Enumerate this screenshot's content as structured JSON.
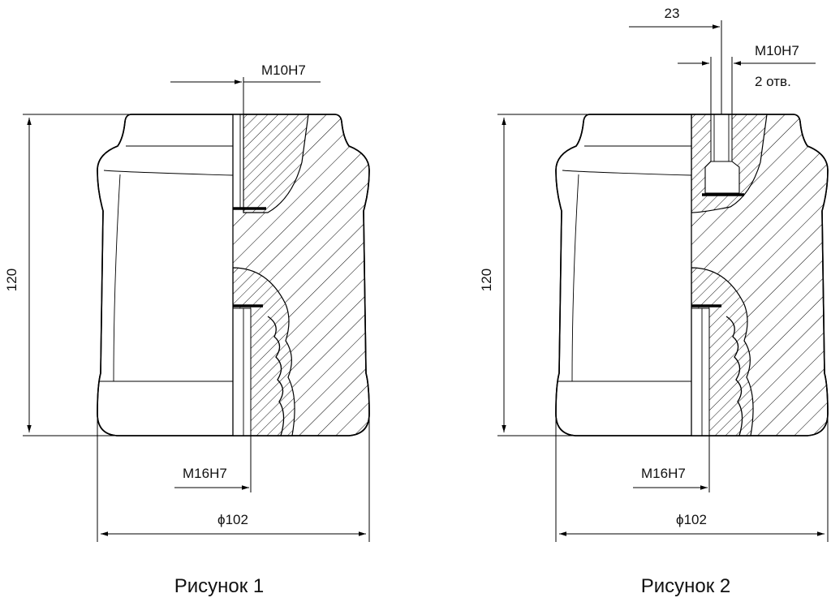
{
  "figures": [
    {
      "caption": "Рисунок 1",
      "height_dim": "120",
      "diameter_dim": "ϕ102",
      "top_thread": "M10H7",
      "bottom_thread": "M16H7"
    },
    {
      "caption": "Рисунок 2",
      "height_dim": "120",
      "diameter_dim": "ϕ102",
      "offset_dim": "23",
      "top_thread": "M10H7",
      "top_thread_note": "2 отв.",
      "bottom_thread": "M16H7"
    }
  ]
}
